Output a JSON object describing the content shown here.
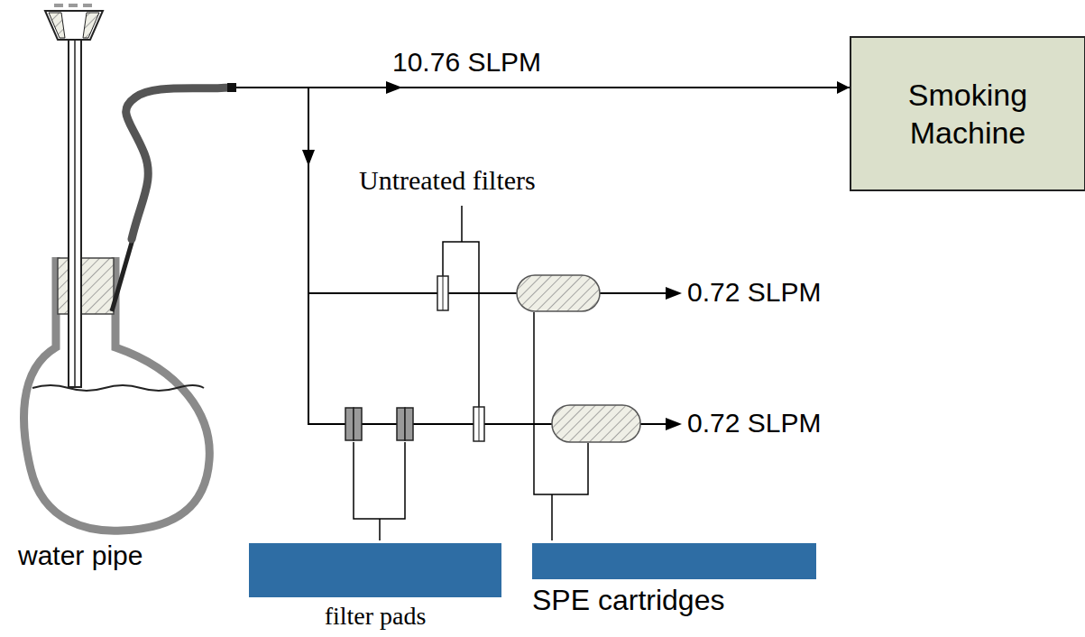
{
  "diagram": {
    "nodes": [
      {
        "text": [
          "water pipe"
        ]
      },
      {
        "text": [
          "Smoking Machine"
        ]
      },
      {
        "text": [
          "filter pads"
        ]
      },
      {
        "text": [
          "SPE cartridges"
        ]
      }
    ],
    "edges": [
      {
        "from": 0,
        "to": 1,
        "label": "10.76 SLPM",
        "arrow": "to"
      }
    ],
    "labels": [
      "Untreated filters",
      "0.72 SLPM",
      "0.72 SLPM"
    ]
  }
}
